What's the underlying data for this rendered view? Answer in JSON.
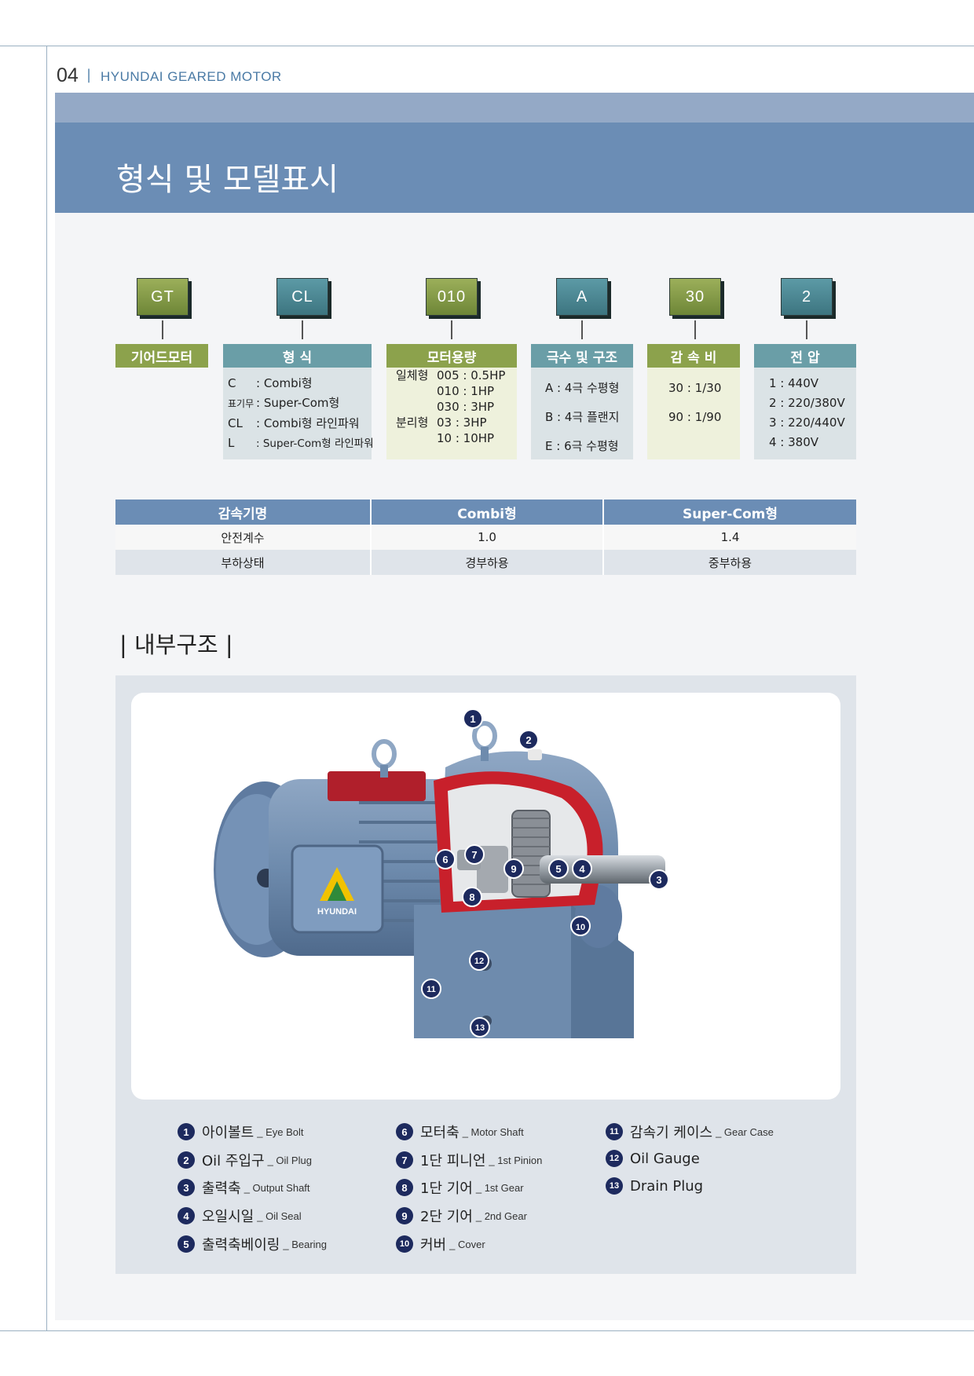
{
  "page": {
    "number": "04",
    "separator": "|",
    "header": "HYUNDAI GEARED MOTOR"
  },
  "section_title": "형식 및 모델표시",
  "model_codes": [
    {
      "code": "GT",
      "category": "기어드모터"
    },
    {
      "code": "CL",
      "category": "형 식"
    },
    {
      "code": "010",
      "category": "모터용량"
    },
    {
      "code": "A",
      "category": "극수 및 구조"
    },
    {
      "code": "30",
      "category": "감 속 비"
    },
    {
      "code": "2",
      "category": "전 압"
    }
  ],
  "type_rows": [
    {
      "key": "C",
      "value": ": Combi형"
    },
    {
      "key": "표기무",
      "value": ": Super-Com형"
    },
    {
      "key": "CL",
      "value": ": Combi형 라인파워"
    },
    {
      "key": "L",
      "value": ": Super-Com형 라인파워"
    }
  ],
  "capacity_groups": [
    {
      "label": "일체형",
      "rows": [
        "005 : 0.5HP",
        "010 : 1HP",
        "030 : 3HP"
      ]
    },
    {
      "label": "분리형",
      "rows": [
        "03 : 3HP",
        "10 : 10HP"
      ]
    }
  ],
  "pole_rows": [
    "A : 4극 수평형",
    "B : 4극 플랜지",
    "E : 6극 수평형"
  ],
  "ratio_rows": [
    "30 : 1/30",
    "90 : 1/90"
  ],
  "voltage_rows": [
    "1 : 440V",
    "2 : 220/380V",
    "3 : 220/440V",
    "4 : 380V"
  ],
  "spec_table": {
    "headers": [
      "감속기명",
      "Combi형",
      "Super-Com형"
    ],
    "rows": [
      [
        "안전계수",
        "1.0",
        "1.4"
      ],
      [
        "부하상태",
        "경부하용",
        "중부하용"
      ]
    ]
  },
  "internal_title": "| 내부구조 |",
  "photo_brand": "HYUNDAI",
  "parts": [
    {
      "no": "1",
      "ko": "아이볼트",
      "en": "_ Eye Bolt"
    },
    {
      "no": "2",
      "ko": "Oil 주입구",
      "en": "_ Oil Plug"
    },
    {
      "no": "3",
      "ko": "출력축",
      "en": "_ Output Shaft"
    },
    {
      "no": "4",
      "ko": "오일시일",
      "en": "_ Oil Seal"
    },
    {
      "no": "5",
      "ko": "출력축베이링",
      "en": "_ Bearing"
    },
    {
      "no": "6",
      "ko": "모터축",
      "en": "_ Motor Shaft"
    },
    {
      "no": "7",
      "ko": "1단 피니언",
      "en": "_ 1st Pinion"
    },
    {
      "no": "8",
      "ko": "1단 기어",
      "en": "_ 1st Gear"
    },
    {
      "no": "9",
      "ko": "2단 기어",
      "en": "_ 2nd Gear"
    },
    {
      "no": "10",
      "ko": "커버",
      "en": "_ Cover"
    },
    {
      "no": "11",
      "ko": "감속기 케이스",
      "en": "_ Gear Case"
    },
    {
      "no": "12",
      "ko": "Oil Gauge",
      "en": ""
    },
    {
      "no": "13",
      "ko": "Drain Plug",
      "en": ""
    }
  ]
}
